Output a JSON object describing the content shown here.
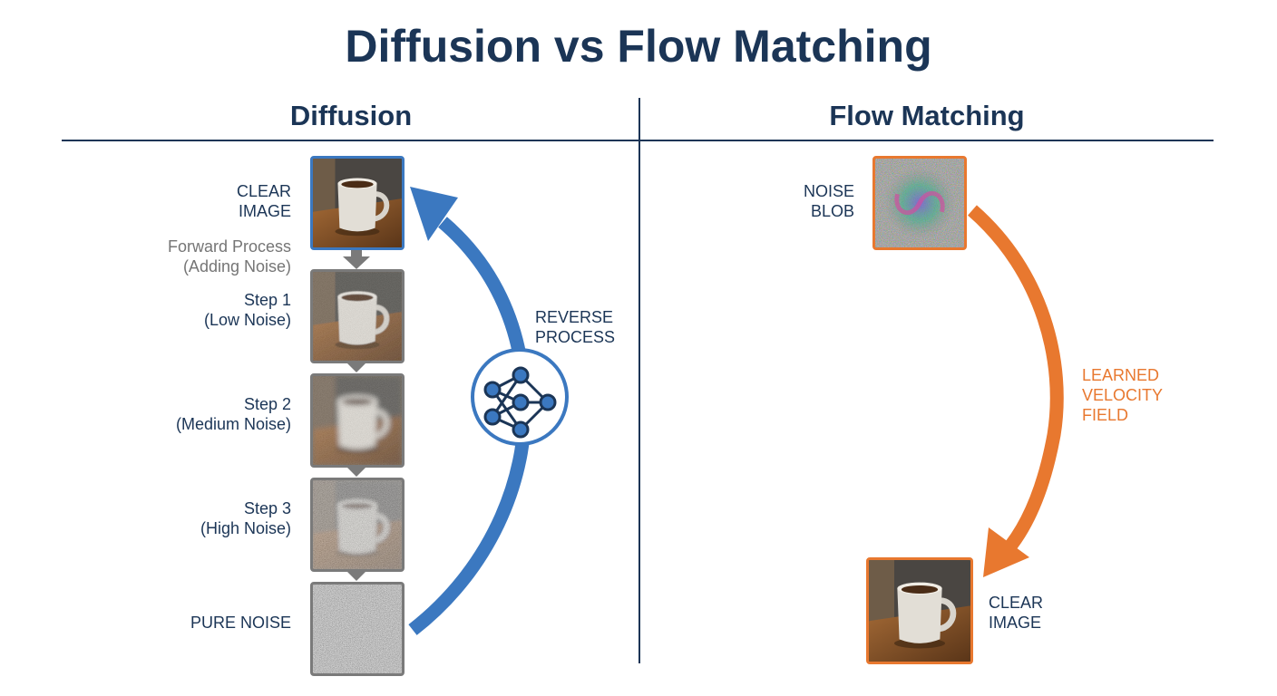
{
  "title": "Diffusion vs Flow Matching",
  "diffusion": {
    "heading": "Diffusion",
    "clear_image": [
      "CLEAR",
      "IMAGE"
    ],
    "forward_process": [
      "Forward Process",
      "(Adding Noise)"
    ],
    "step1": [
      "Step 1",
      "(Low Noise)"
    ],
    "step2": [
      "Step 2",
      "(Medium Noise)"
    ],
    "step3": [
      "Step 3",
      "(High Noise)"
    ],
    "pure_noise": "PURE NOISE",
    "reverse_process": [
      "REVERSE",
      "PROCESS"
    ]
  },
  "flow_matching": {
    "heading": "Flow Matching",
    "noise_blob": [
      "NOISE",
      "BLOB"
    ],
    "velocity": [
      "LEARNED",
      "VELOCITY",
      "FIELD"
    ],
    "clear_image": [
      "CLEAR",
      "IMAGE"
    ]
  },
  "colors": {
    "navy": "#1b3556",
    "blue": "#3b78c0",
    "orange": "#e8782f",
    "gray": "#7a7a7a"
  }
}
